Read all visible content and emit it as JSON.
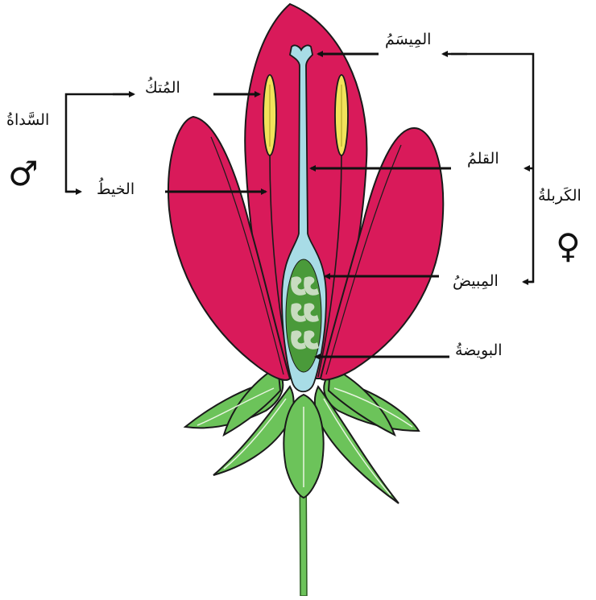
{
  "labels": {
    "stigma": "المِيسَمُ",
    "anther": "المُتكُ",
    "filament": "الخيطُ",
    "style": "القلمُ",
    "ovary": "المِبيضُ",
    "ovule": "البويضةُ",
    "stamen": "السَّداةُ",
    "carpel": "الكَربلةُ"
  },
  "symbols": {
    "male": "♂",
    "female": "♀"
  },
  "colors": {
    "petal": "#d91a5a",
    "petal_outline": "#1a1a1a",
    "style": "#a8dce6",
    "anther": "#f2e35a",
    "ovary_inner": "#4a9a3a",
    "ovule": "#c8dcc0",
    "sepal": "#6cc35a",
    "stem": "#6cc35a"
  }
}
